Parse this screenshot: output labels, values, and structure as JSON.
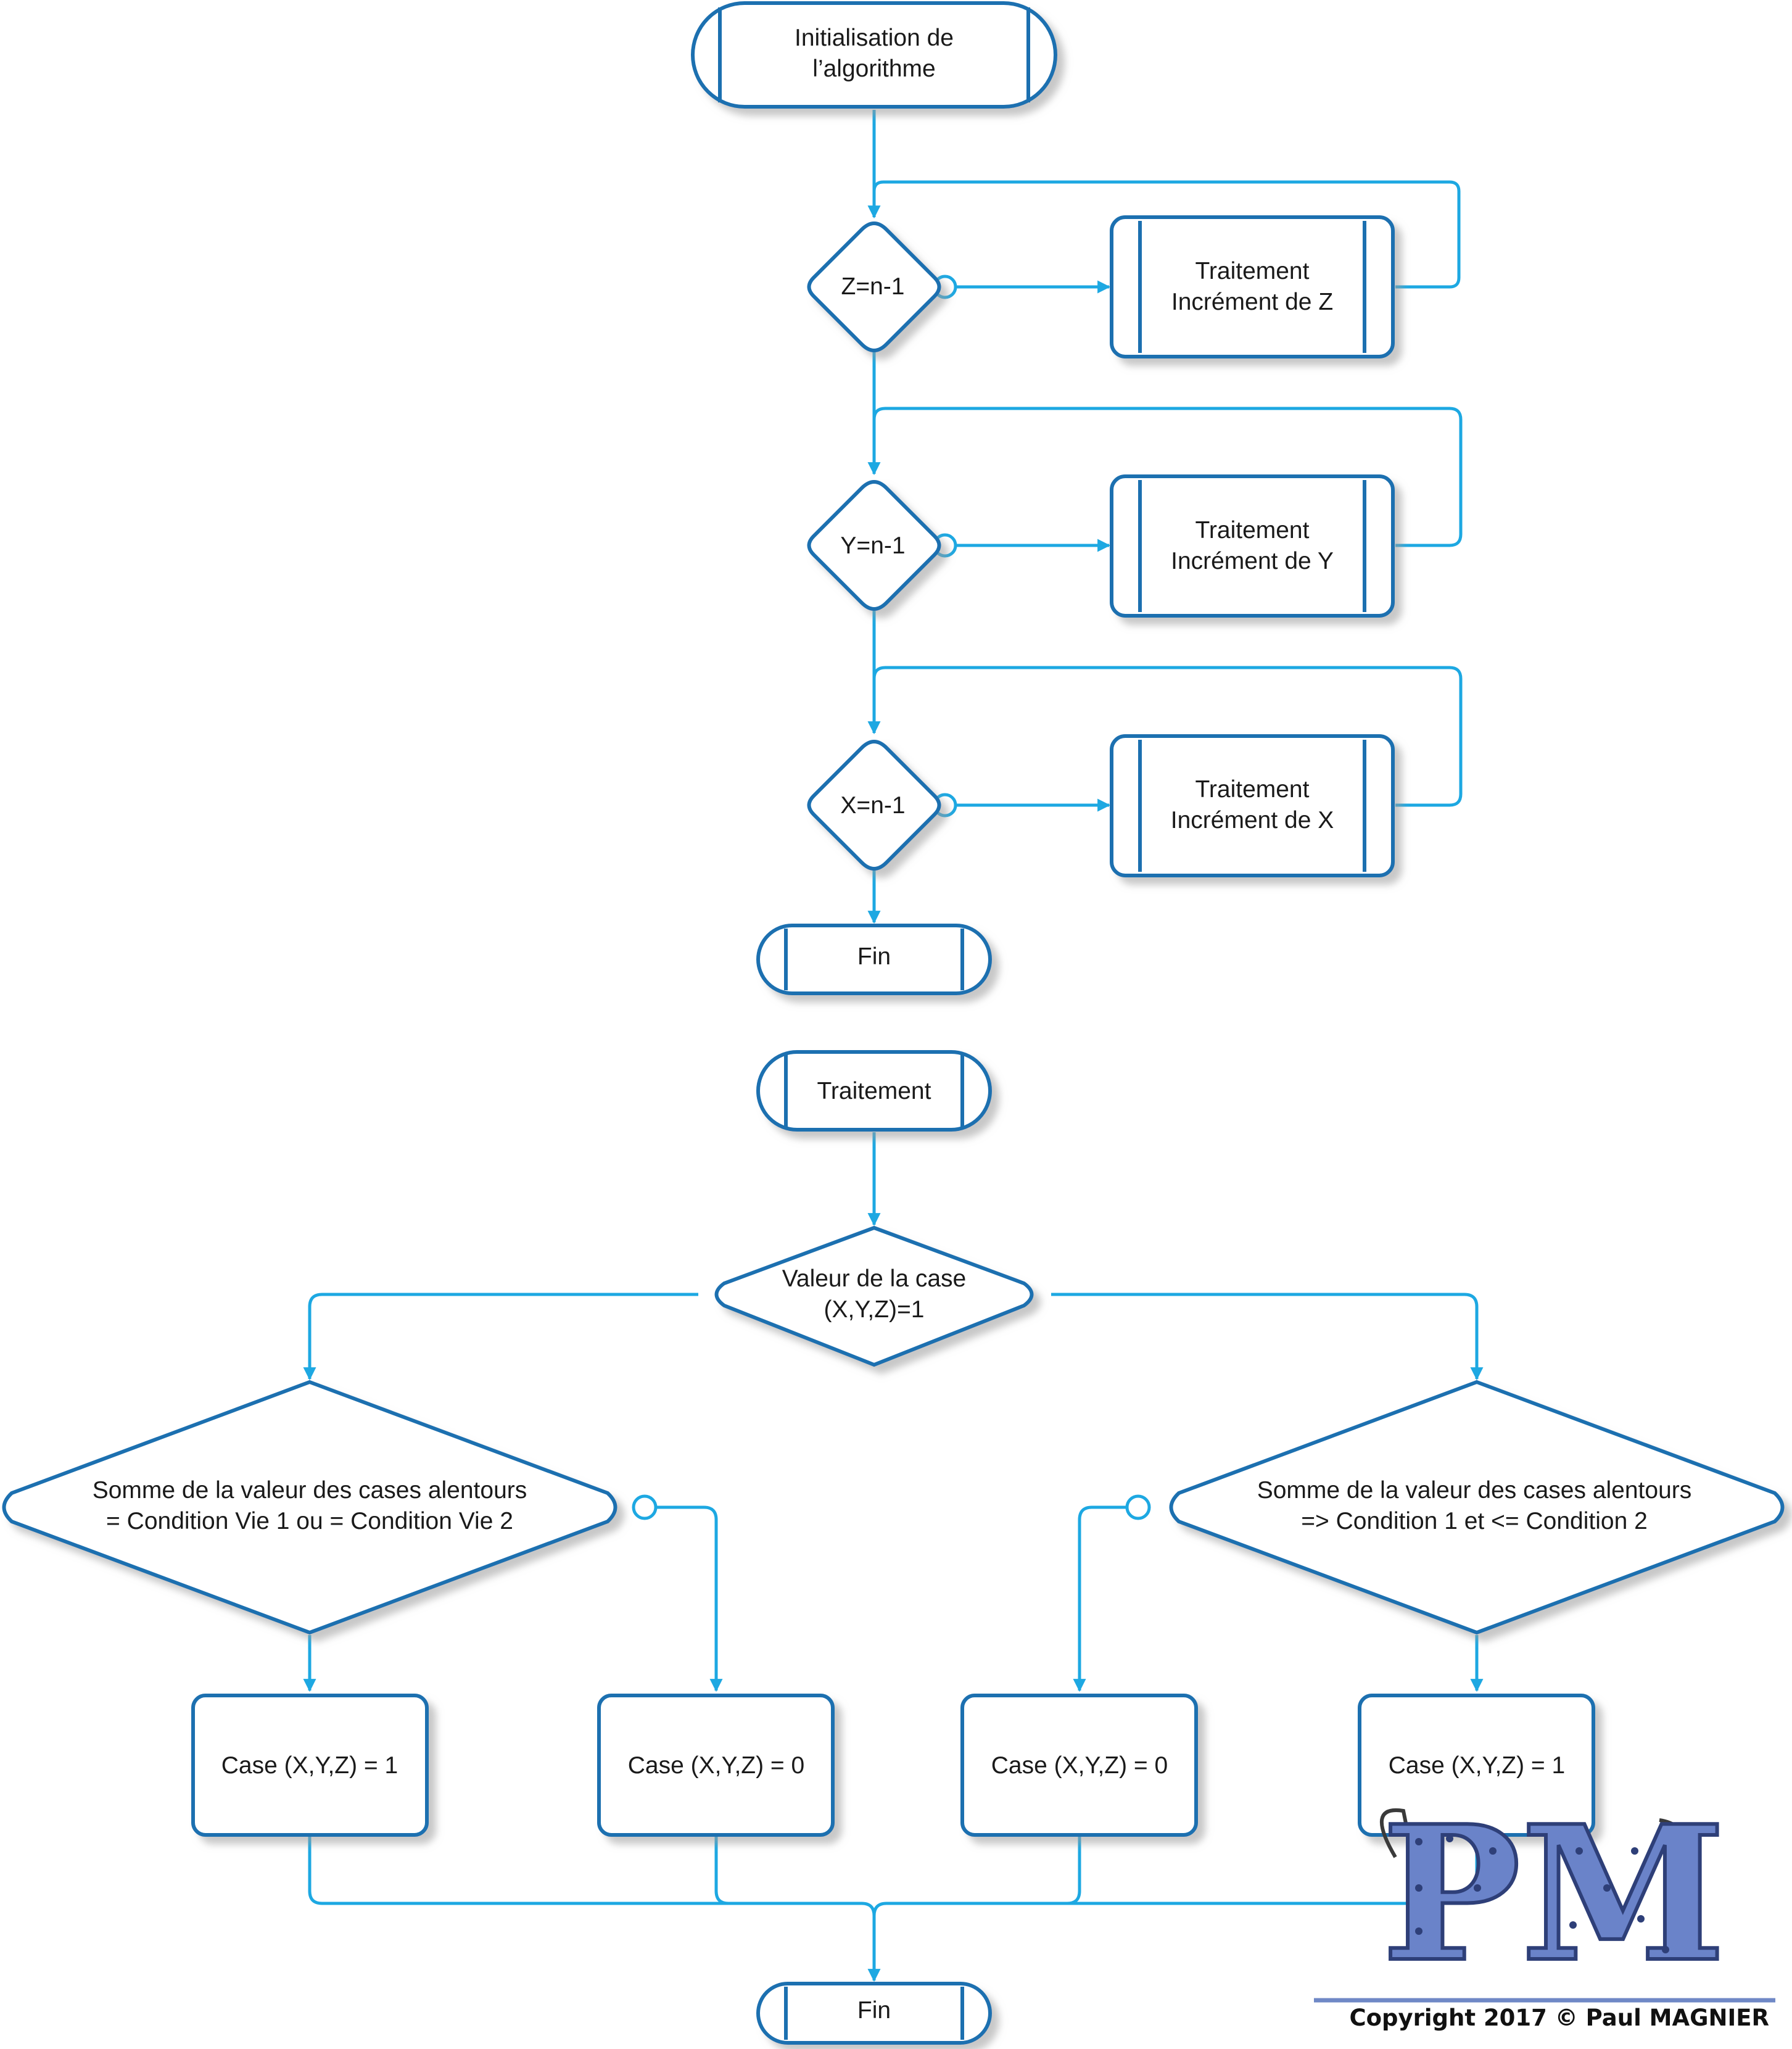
{
  "colors": {
    "connector": "#1da8e2",
    "shape_stroke": "#1f6fb0",
    "shape_fill": "#ffffff",
    "shadow": "#b9b9b9",
    "logo_blue": "#6a83c9",
    "rule": "#6f88c6"
  },
  "main": {
    "start": [
      "Initialisation de",
      "l’algorithme"
    ],
    "decision_z": "Z=n-1",
    "decision_y": "Y=n-1",
    "decision_x": "X=n-1",
    "proc_z": [
      "Traitement",
      "Incrément de Z"
    ],
    "proc_y": [
      "Traitement",
      "Incrément de Y"
    ],
    "proc_x": [
      "Traitement",
      "Incrément de X"
    ],
    "end": "Fin"
  },
  "treatment": {
    "start": "Traitement",
    "decision_value": [
      "Valeur de la case",
      "(X,Y,Z)=1"
    ],
    "decision_left": [
      "Somme de la valeur des cases alentours",
      "= Condition Vie 1 ou = Condition Vie 2"
    ],
    "decision_right": [
      "Somme de la valeur des cases alentours",
      "=> Condition 1 et <= Condition 2"
    ],
    "case_1": "Case (X,Y,Z) = 1",
    "case_2": "Case (X,Y,Z) = 0",
    "case_3": "Case (X,Y,Z) = 0",
    "case_4": "Case (X,Y,Z) = 1",
    "end": "Fin"
  },
  "logo": {
    "letters": "PM"
  },
  "copyright": "Copyright 2017 © Paul MAGNIER"
}
